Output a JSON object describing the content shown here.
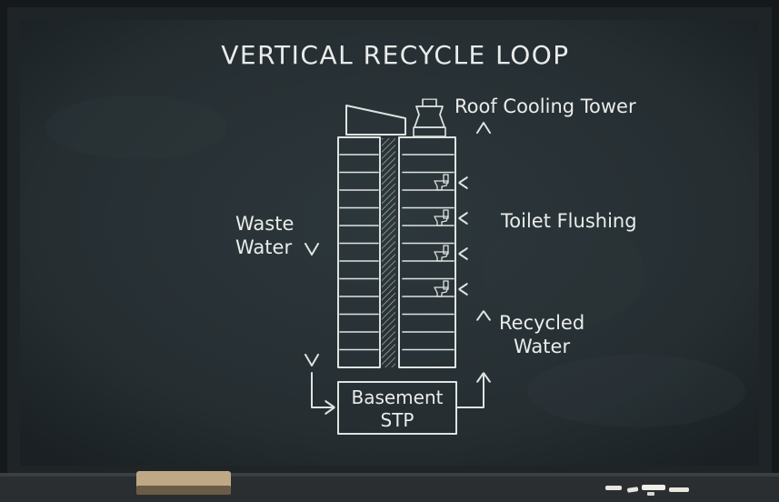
{
  "title": "VERTICAL RECYCLE LOOP",
  "labels": {
    "roof": "Roof Cooling Tower",
    "toilet": "Toilet Flushing",
    "waste_line1": "Waste",
    "waste_line2": "Water",
    "recycled_line1": "Recycled",
    "recycled_line2": "Water",
    "stp_line1": "Basement",
    "stp_line2": "STP"
  },
  "colors": {
    "board": "#273034",
    "frame": "#1b1f21",
    "chalk": "#e6e9e7",
    "ledge": "#2a2e30"
  },
  "icons": {
    "cooling_tower": "cooling-tower-icon",
    "toilet": "toilet-icon",
    "eraser": "eraser-icon",
    "chalk": "chalk-piece-icon"
  }
}
